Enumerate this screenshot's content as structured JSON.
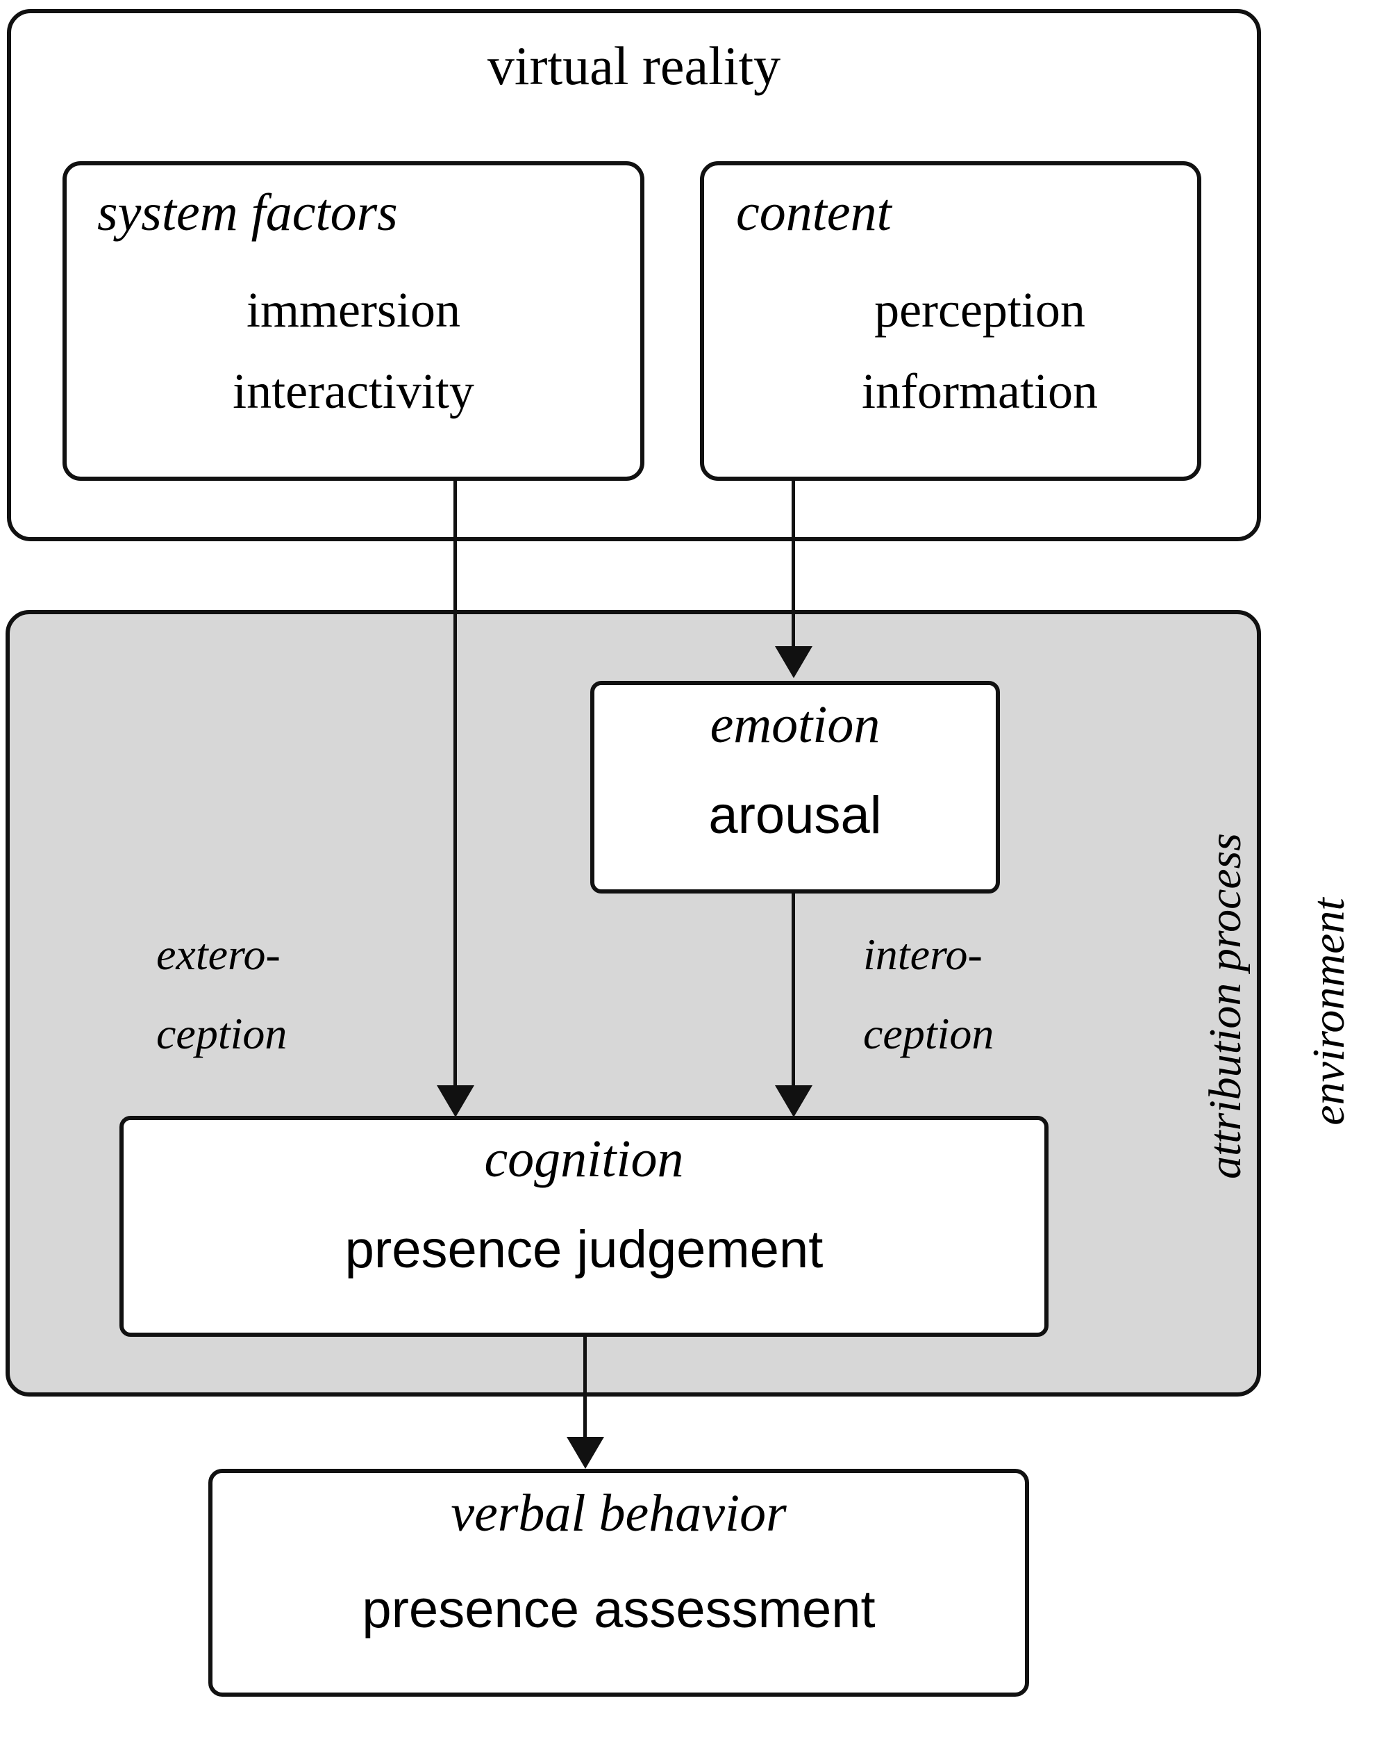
{
  "diagram": {
    "title": "virtual reality",
    "outer_boxes": {
      "virtual_reality": {
        "label": "virtual reality"
      },
      "attribution_process": {
        "label": "attribution process"
      },
      "environment": {
        "label": "environment"
      }
    },
    "nodes": [
      {
        "id": "system-factors",
        "heading": "system factors",
        "lines": [
          "immersion",
          "interactivity"
        ]
      },
      {
        "id": "content",
        "heading": "content",
        "lines": [
          "perception",
          "information"
        ]
      },
      {
        "id": "emotion",
        "heading": "emotion",
        "lines": [
          "arousal"
        ]
      },
      {
        "id": "cognition",
        "heading": "cognition",
        "lines": [
          "presence judgement"
        ]
      },
      {
        "id": "verbal-behavior",
        "heading": "verbal behavior",
        "lines": [
          "presence assessment"
        ]
      }
    ],
    "edge_labels": {
      "exteroception": "extero-\nception",
      "exteroception_line1": "extero-",
      "exteroception_line2": "ception",
      "interoception_line1": "intero-",
      "interoception_line2": "ception"
    },
    "colors": {
      "stroke": "#111111",
      "panel_gray": "#d7d7d7",
      "panel_white": "#ffffff",
      "text": "#000000"
    }
  }
}
